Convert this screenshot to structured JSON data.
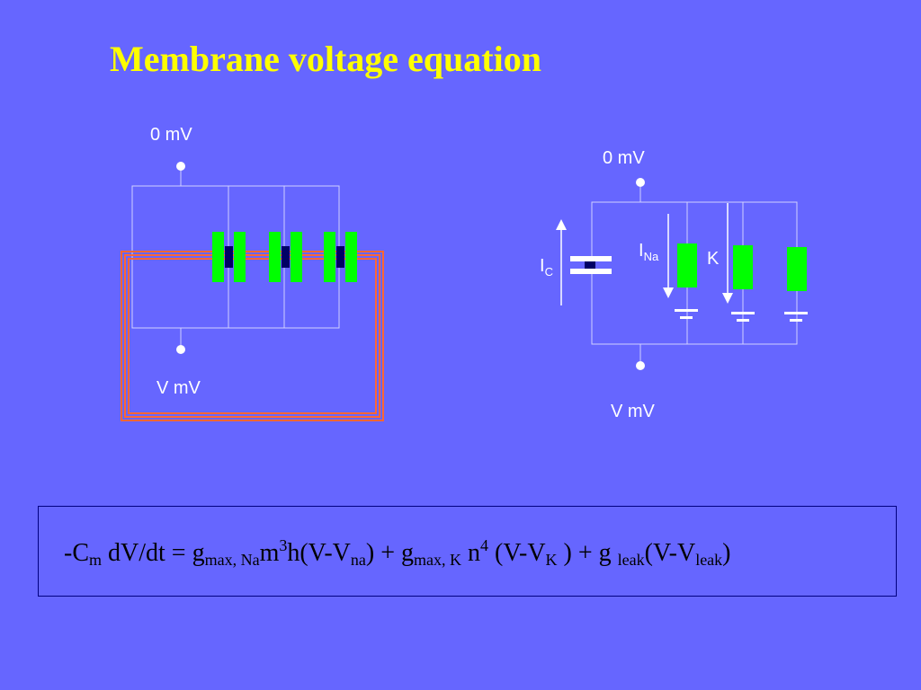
{
  "title": "Membrane voltage equation",
  "left_circuit": {
    "top_label": "0 mV",
    "bottom_label": "V mV"
  },
  "right_circuit": {
    "top_label": "0 mV",
    "bottom_label": "V mV",
    "ic_label": "I",
    "ic_sub": "C",
    "ina_label": "I",
    "ina_sub": "Na",
    "k_label": "K"
  },
  "equation": {
    "p1": "-C",
    "s1": "m",
    "p2": " dV/dt = g",
    "s2": "max, Na",
    "p3": "m",
    "sup1": "3",
    "p4": "h(V-V",
    "s3": "na",
    "p5": ") + g",
    "s4": "max, K",
    "p6": " n",
    "sup2": "4",
    "p7": " (V-V",
    "s5": "K",
    "p8": " ) + g ",
    "s6": "leak",
    "p9": "(V-V",
    "s7": "leak",
    "p10": ")"
  },
  "colors": {
    "background": "#6666ff",
    "title": "#ffff00",
    "channel": "#00ff00",
    "pore": "#000066",
    "membrane_outline": "#ff6633",
    "wire": "#d0d0ff"
  }
}
